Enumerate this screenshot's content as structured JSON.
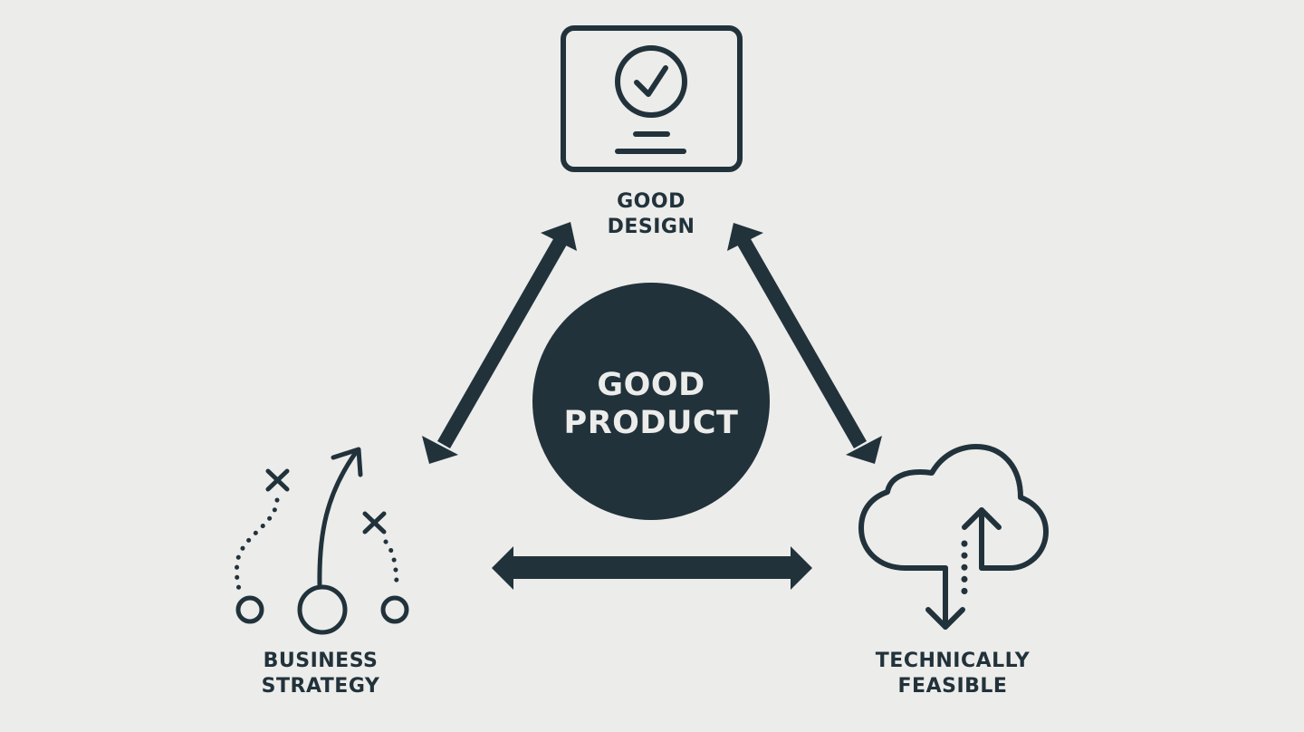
{
  "colors": {
    "background": "#ececea",
    "primary": "#21323b",
    "center_text": "#ececea"
  },
  "center": {
    "line1": "GOOD",
    "line2": "PRODUCT"
  },
  "nodes": [
    {
      "id": "design",
      "line1": "GOOD",
      "line2": "DESIGN",
      "icon": "monitor-check-icon"
    },
    {
      "id": "business",
      "line1": "BUSINESS",
      "line2": "STRATEGY",
      "icon": "strategy-play-icon"
    },
    {
      "id": "technical",
      "line1": "TECHNICALLY",
      "line2": "FEASIBLE",
      "icon": "cloud-sync-icon"
    }
  ],
  "connectors": [
    {
      "from": "design",
      "to": "business",
      "type": "double-arrow"
    },
    {
      "from": "design",
      "to": "technical",
      "type": "double-arrow"
    },
    {
      "from": "business",
      "to": "technical",
      "type": "double-arrow"
    }
  ]
}
